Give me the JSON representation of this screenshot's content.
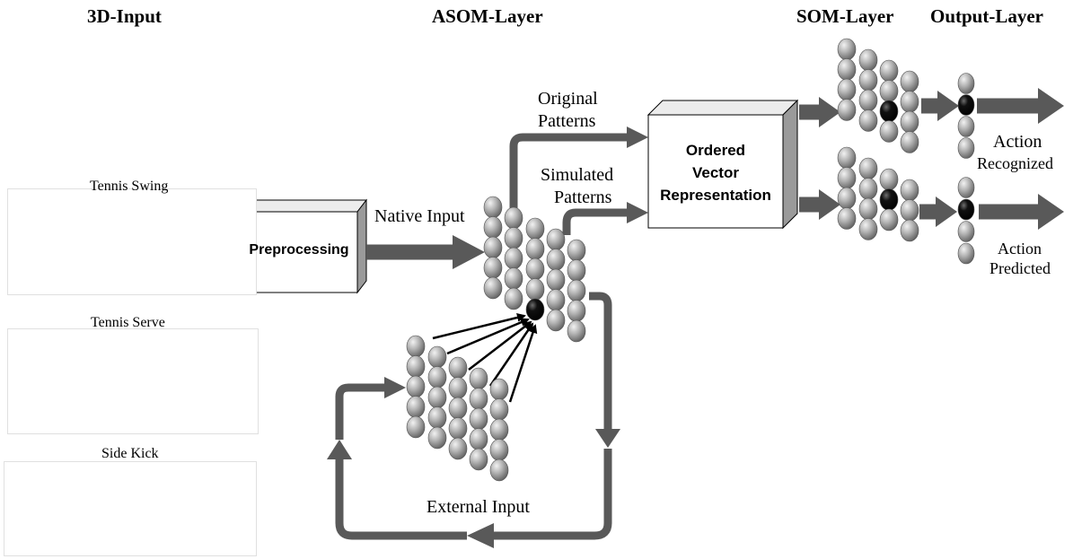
{
  "headers": {
    "input": "3D-Input",
    "asom": "ASOM-Layer",
    "som": "SOM-Layer",
    "output": "Output-Layer"
  },
  "panels": [
    {
      "title": "Tennis Swing"
    },
    {
      "title": "Tennis Serve"
    },
    {
      "title": "Side Kick"
    }
  ],
  "boxes": {
    "preprocessing": "Preprocessing",
    "ordered_line1": "Ordered",
    "ordered_line2": "Vector",
    "ordered_line3": "Representation"
  },
  "labels": {
    "native_input": "Native Input",
    "original_line1": "Original",
    "original_line2": "Patterns",
    "simulated_line1": "Simulated",
    "simulated_line2": "Patterns",
    "external_input": "External Input",
    "recognized_line1": "Action",
    "recognized_line2": "Recognized",
    "predicted_line1": "Action",
    "predicted_line2": "Predicted"
  },
  "colors": {
    "arrow": "#595959",
    "node": "#a6a6a6",
    "winner_node": "#000000",
    "skeleton": "#3a1f1f",
    "joint": "#c00000"
  }
}
